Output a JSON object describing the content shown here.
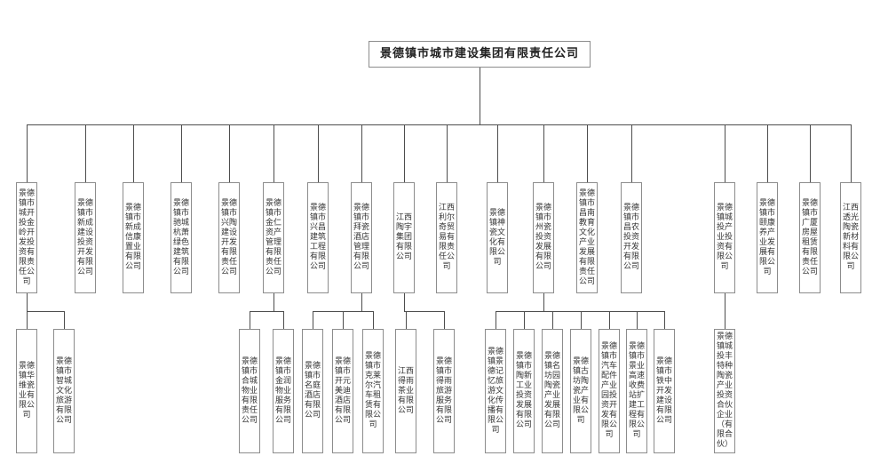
{
  "root": {
    "label": "景德镇市城市建设集团有限责任公司"
  },
  "level2": [
    {
      "label": "景德镇市城开投金岭开发投资有限责任公司"
    },
    {
      "label": "景德镇市新成建设投资开发有限公司"
    },
    {
      "label": "景德镇市新成信康置业有限公司"
    },
    {
      "label": "景德镇市驰城杭萧绿色建筑有限公司"
    },
    {
      "label": "景德镇市兴陶建设开发有限责任公司"
    },
    {
      "label": "景德镇市金仁资产管理有限责任公司"
    },
    {
      "label": "景德镇市兴昌建筑工程有限公司"
    },
    {
      "label": "景德镇市拜瓷酒店管理有限公司"
    },
    {
      "label": "江西陶宇集团有限公司"
    },
    {
      "label": "江西利尔奇贸易有限责任公司"
    },
    {
      "label": "景德镇神瓷文化有限公司"
    },
    {
      "label": "景德镇市州瓷投资发展有限公司"
    },
    {
      "label": "景德镇市昌南教育文化产业发展有限责任公司"
    },
    {
      "label": "景德镇市昌农投资开发有限公司"
    },
    {
      "label": "景德镇城投产业投资有限公司"
    },
    {
      "label": "景德镇市颐康养产业发展有限公司"
    },
    {
      "label": "景德镇市广厦房屋租赁有限责任公司"
    },
    {
      "label": "江西透光陶瓷新材料有限公司"
    }
  ],
  "level3_groups": [
    {
      "parent_index": 0,
      "children": [
        "景德镇华维瓷业有限公司",
        "景德镇市智城文化旅游有限公司"
      ]
    },
    {
      "parent_index": 5,
      "children": [
        "景德镇市合城物业有限责任公司",
        "景德镇市金润物业服务有限公司"
      ]
    },
    {
      "parent_index": 7,
      "children": [
        "景德镇市名庭酒店有限公司",
        "景德镇市开元美迪酒店有限公司",
        "景德镇市克莱尔汽车租赁有限公司"
      ]
    },
    {
      "parent_index": 8,
      "children": [
        "江西得雨茶业有限公司",
        "景德镇市得雨旅游服务有限公司"
      ]
    },
    {
      "parent_index": 11,
      "children": [
        "景德镇景德记忆旅游文化传播有限公司",
        "景德镇市陶新工业投资发展有限公司",
        "景德镇名坊园陶瓷产业发展有限公司",
        "景德镇古坊陶瓷产业有限公司",
        "景德镇市汽车配件产业园投资开发有限公司",
        "景德镇市景业高速收费站扩建工程有限公司",
        "景德镇市铁中开发建设有限公司"
      ]
    },
    {
      "parent_index": 14,
      "children": [
        "景德镇城投丰特种陶瓷产业投资合伙企业（有限合伙）"
      ]
    }
  ],
  "colors": {
    "border": "#8c8c8c",
    "line": "#4d4d4d",
    "text": "#333333",
    "background": "#ffffff"
  }
}
